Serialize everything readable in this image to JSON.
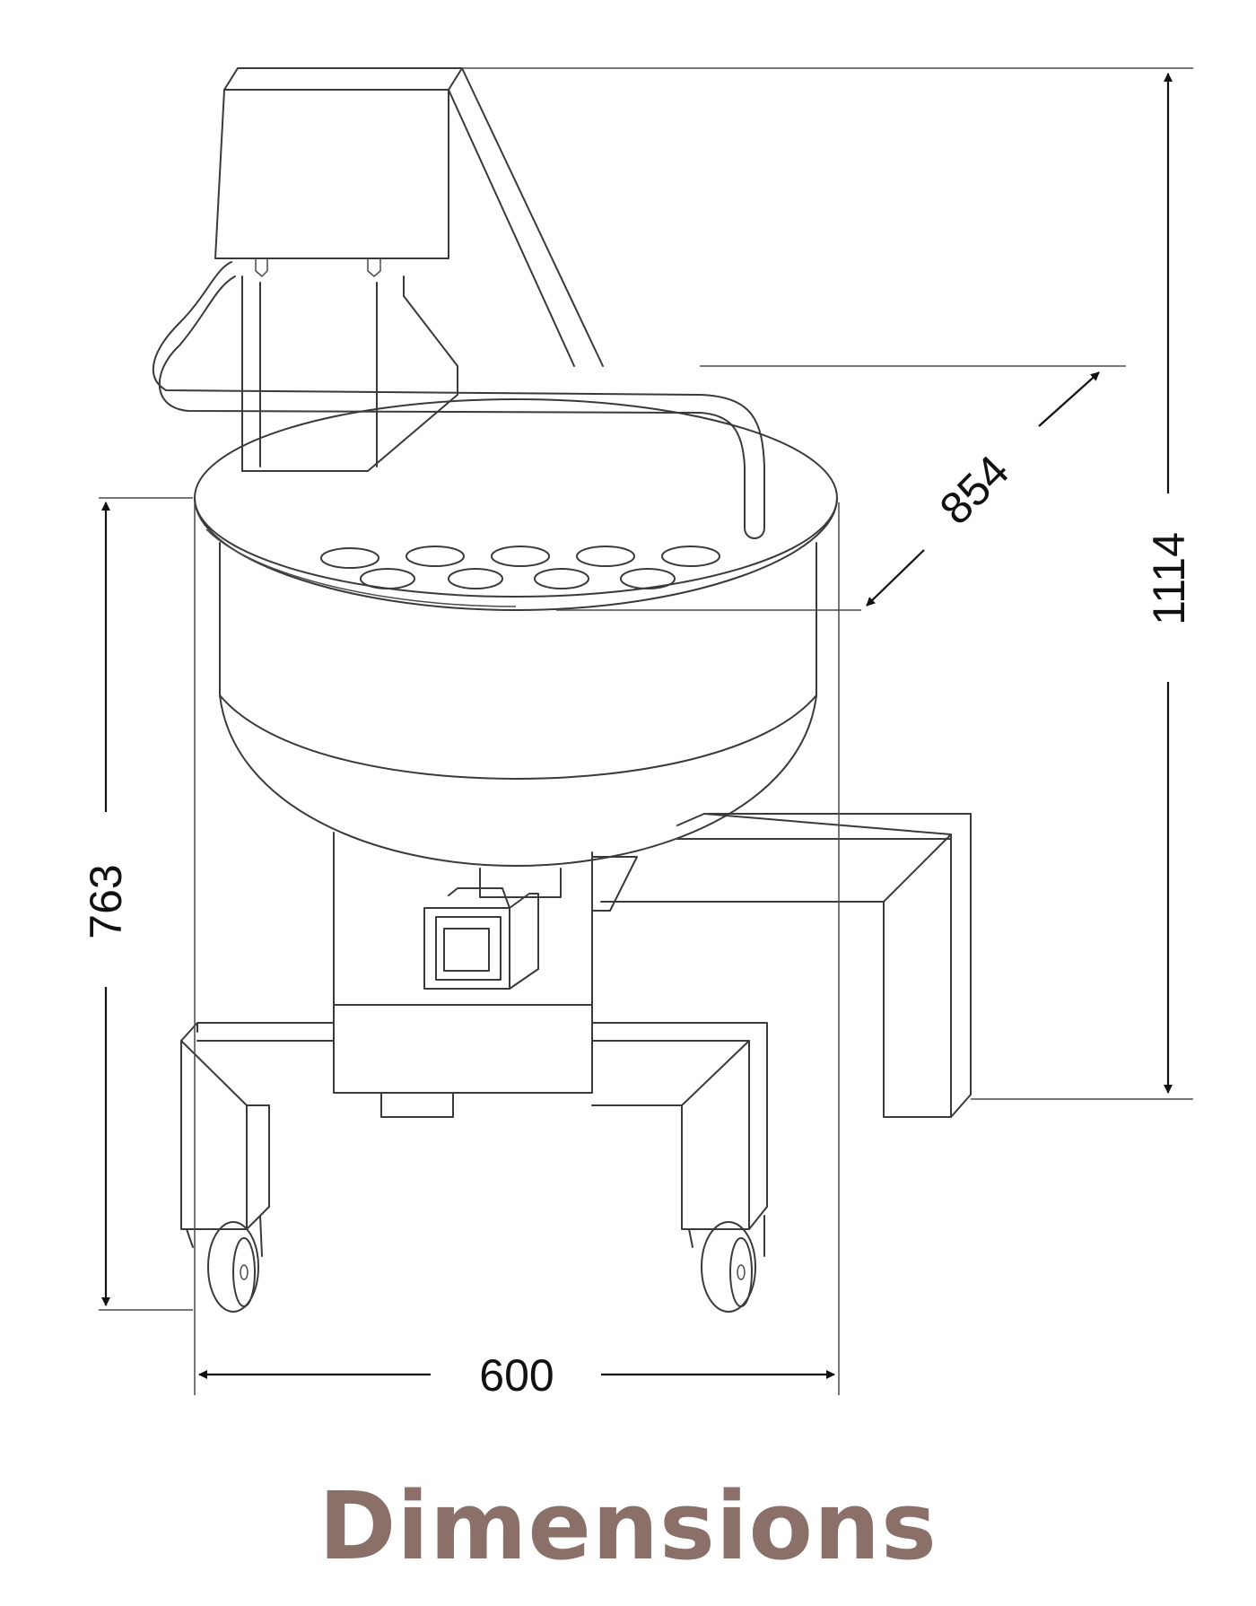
{
  "dimensions": {
    "width": "600",
    "height_total": "1114",
    "height_bowl": "763",
    "diagonal": "854"
  },
  "caption": {
    "text": "Dimensions",
    "color": "#8a7068"
  },
  "colors": {
    "line": "#3a3a3a",
    "dimension": "#111111",
    "background": "#ffffff"
  }
}
